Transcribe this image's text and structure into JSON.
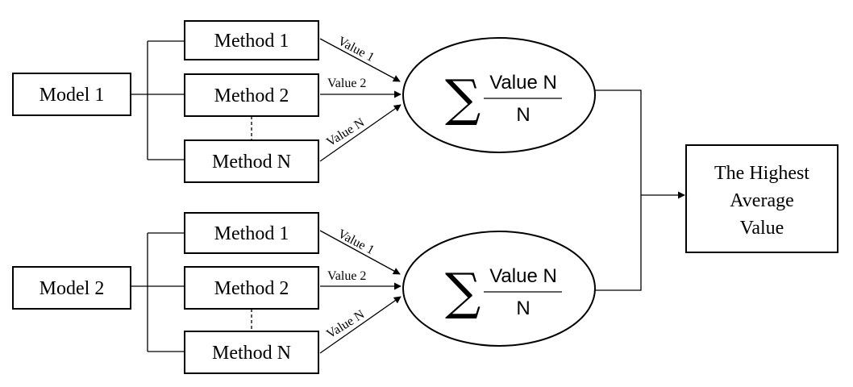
{
  "groups": [
    {
      "model": "Model 1",
      "methods": [
        "Method 1",
        "Method 2",
        "Method N"
      ],
      "values": [
        "Value 1",
        "Value 2",
        "Value N"
      ],
      "formula": {
        "numerator": "Value N",
        "denominator": "N"
      }
    },
    {
      "model": "Model 2",
      "methods": [
        "Method 1",
        "Method 2",
        "Method N"
      ],
      "values": [
        "Value 1",
        "Value 2",
        "Value N"
      ],
      "formula": {
        "numerator": "Value N",
        "denominator": "N"
      }
    }
  ],
  "result": {
    "lines": [
      "The Highest",
      "Average",
      "Value"
    ]
  }
}
